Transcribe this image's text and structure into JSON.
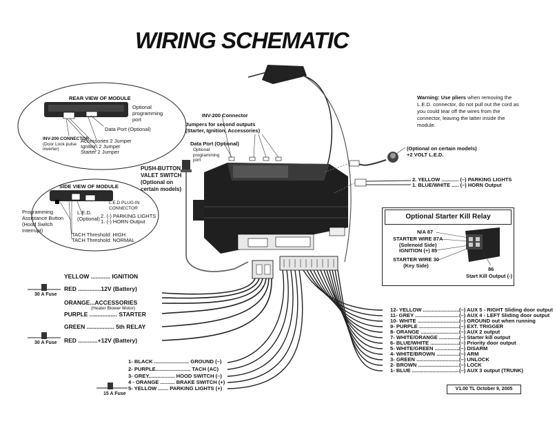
{
  "title": "WIRING SCHEMATIC",
  "rear_view": {
    "title": "REAR VIEW OF MODULE",
    "optional_programming_port": [
      "Optional",
      "programming",
      "port"
    ],
    "data_port": "Data Port (Optional)",
    "inv200": [
      "INV-200 CONNECTOR",
      "(Door Lock pulse",
      "inverter)"
    ],
    "acc2": "Accessories 2 Jumper",
    "ign2": "Ignition 2 Jumper",
    "starter2": "Starter 2 Jumper"
  },
  "side_view": {
    "title": "SIDE VIEW OF MODULE",
    "prog_button": [
      "Programming",
      "Assistance Button",
      "(Hood Switch",
      "Interrupt)"
    ],
    "led": [
      "L.E.D.",
      "(Optional)"
    ],
    "led_plug": [
      "L.E.D PLUG-IN",
      "CONNECTOR"
    ],
    "parking": "2. (-) PARKING LIGHTS",
    "horn": "1. (-) HORN Output",
    "tach_high": "TACH Threshold: HIGH",
    "tach_normal": "TACH Threshold: NORMAL"
  },
  "center": {
    "inv200": "INV-200 Connector",
    "jumpers": [
      "Jumpers for second outputs",
      "(Starter, Ignition, Accessories)"
    ],
    "data_port": "Data Port (Optional)",
    "opt_prog_port": [
      "Optional",
      "programming",
      "port"
    ],
    "push_button": [
      "PUSH-BUTTON",
      "VALET SWITCH",
      "(Optional on",
      "certain models)"
    ]
  },
  "warning": {
    "bold": "Warning: Use pliers",
    "text": " when removing the L.E.D. connector, do not pull out the cord as you could tear off the wires from the connector, leaving the latter inside the module."
  },
  "led_right": [
    "(Optional on certain models)",
    "+2 VOLT L.E.D."
  ],
  "right_outputs": [
    "2. YELLOW ............ (–) PARKING LIGHTS",
    "1. BLUE/WHITE ..... (–) HORN Output"
  ],
  "relay": {
    "title": "Optional Starter Kill Relay",
    "na87": "N/A 87",
    "sw87a": [
      "STARTER WIRE 87A",
      "(Solenoid Side)"
    ],
    "ign85": "IGNITION (+) 85",
    "sw30": [
      "STARTER WIRE 30",
      "(Key Side)"
    ],
    "p86": "86",
    "kill": "Start Kill Output (-)"
  },
  "left_wires": [
    {
      "color": "YELLOW",
      "dots": " ............ ",
      "func": "IGNITION"
    },
    {
      "color": "RED",
      "dots": " ..............",
      "func": "12V (Battery)"
    },
    {
      "color": "ORANGE",
      "dots": "...",
      "func": "ACCESSORIES"
    },
    {
      "color": "PURPLE",
      "dots": " ................. ",
      "func": "STARTER"
    },
    {
      "color": "GREEN",
      "dots": " ................. ",
      "func": "5th RELAY"
    },
    {
      "color": "RED",
      "dots": " ............",
      "func": "+12V (Battery)"
    }
  ],
  "heater_note": "(Heater Blower Motor)",
  "fuses": [
    "30 A Fuse",
    "30 A Fuse",
    "15 A Fuse"
  ],
  "bottom_wires": [
    "1- BLACK ........................ GROUND (–)",
    "2- PURPLE........................ TACH (AC)",
    "3- GREY.................. HOOD SWITCH (–)",
    "4 - ORANGE .......... BRAKE SWITCH (+)",
    "5- YELLOW ....... PARKING LIGHTS (+)"
  ],
  "right_wires": [
    {
      "color": "12- YELLOW .........................",
      "func": "(–) AUX 5 - RIGHT Sliding door output"
    },
    {
      "color": "11- GREY ...............................",
      "func": "(–) AUX 4 - LEFT Sliding door output"
    },
    {
      "color": "10- WHITE ..............................",
      "func": "(–) GROUND out when running"
    },
    {
      "color": "9- PURPLE ..............................",
      "func": "(–) EXT. TRIGGER"
    },
    {
      "color": "8- ORANGE ..............................",
      "func": "(–) AUX 2 output"
    },
    {
      "color": "7- WHITE/ORANGE ..................",
      "func": "(–) Starter kill output"
    },
    {
      "color": "6- BLUE/WHITE .........................",
      "func": "(–) Priority door output"
    },
    {
      "color": "5- WHITE/GREEN ......................",
      "func": "(–) DISARM"
    },
    {
      "color": "4- WHITE/BROWN .......................",
      "func": "(–) ARM"
    },
    {
      "color": "3- GREEN ..................................",
      "func": "(–) UNLOCK"
    },
    {
      "color": "2- BROWN ..................................",
      "func": "(–) LOCK"
    },
    {
      "color": "1- BLUE ......................................",
      "func": "(–) AUX 3 output (TRUNK)"
    }
  ],
  "version": "V1.00 TL October 9, 2005"
}
